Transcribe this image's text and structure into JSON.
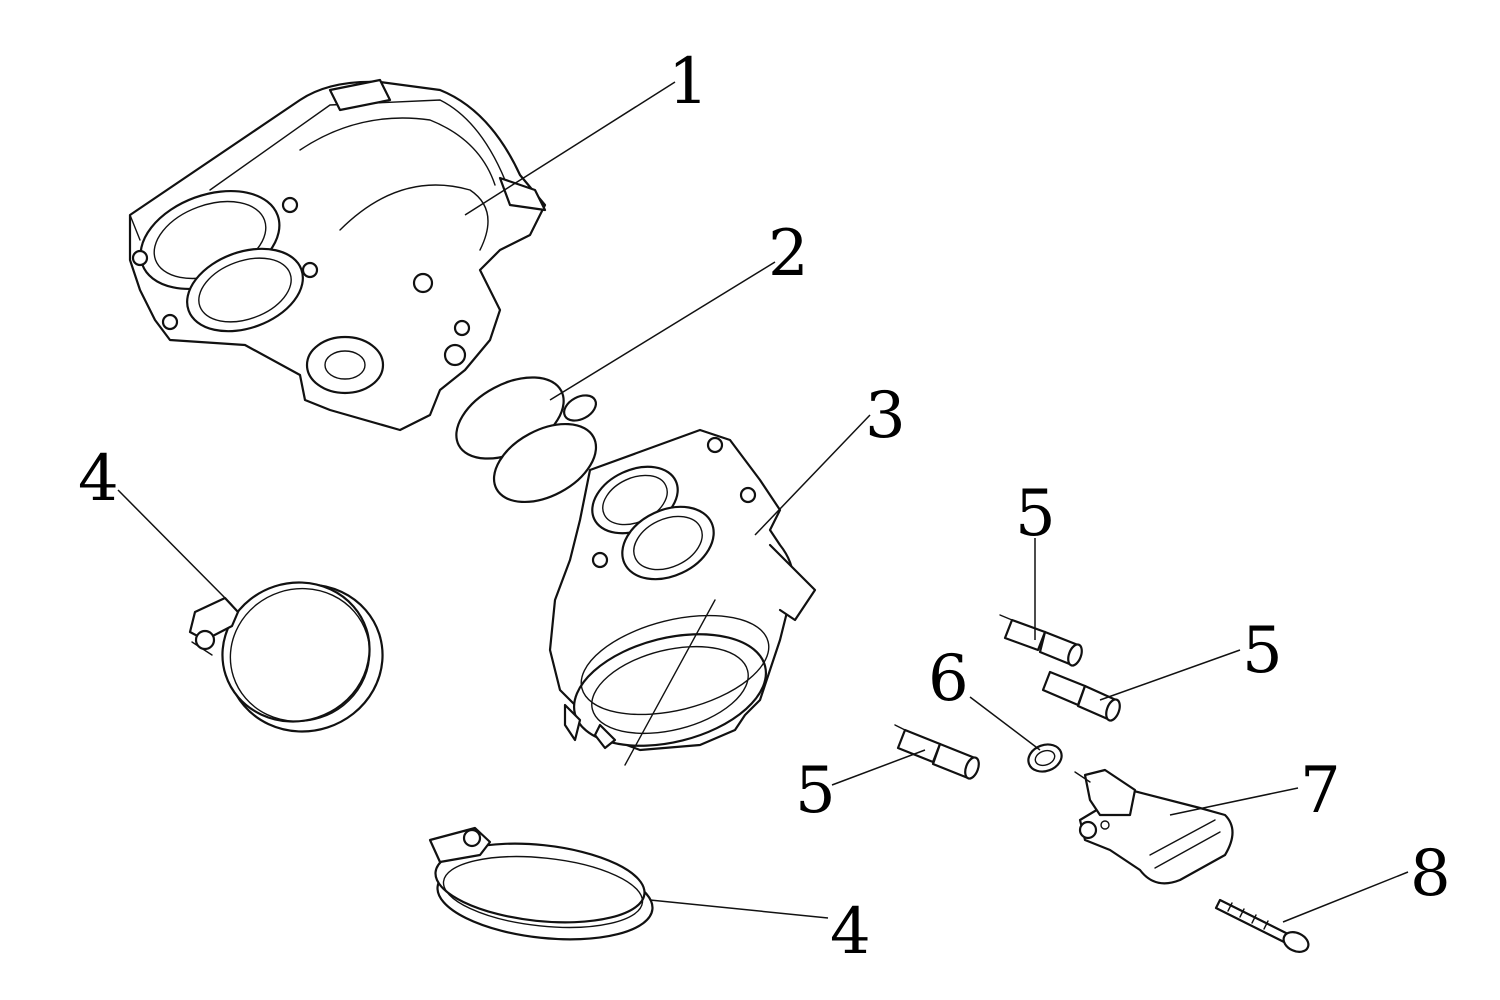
{
  "callouts": {
    "c1": "1",
    "c2": "2",
    "c3": "3",
    "c4a": "4",
    "c4b": "4",
    "c5a": "5",
    "c5b": "5",
    "c5c": "5",
    "c6": "6",
    "c7": "7",
    "c8": "8"
  }
}
